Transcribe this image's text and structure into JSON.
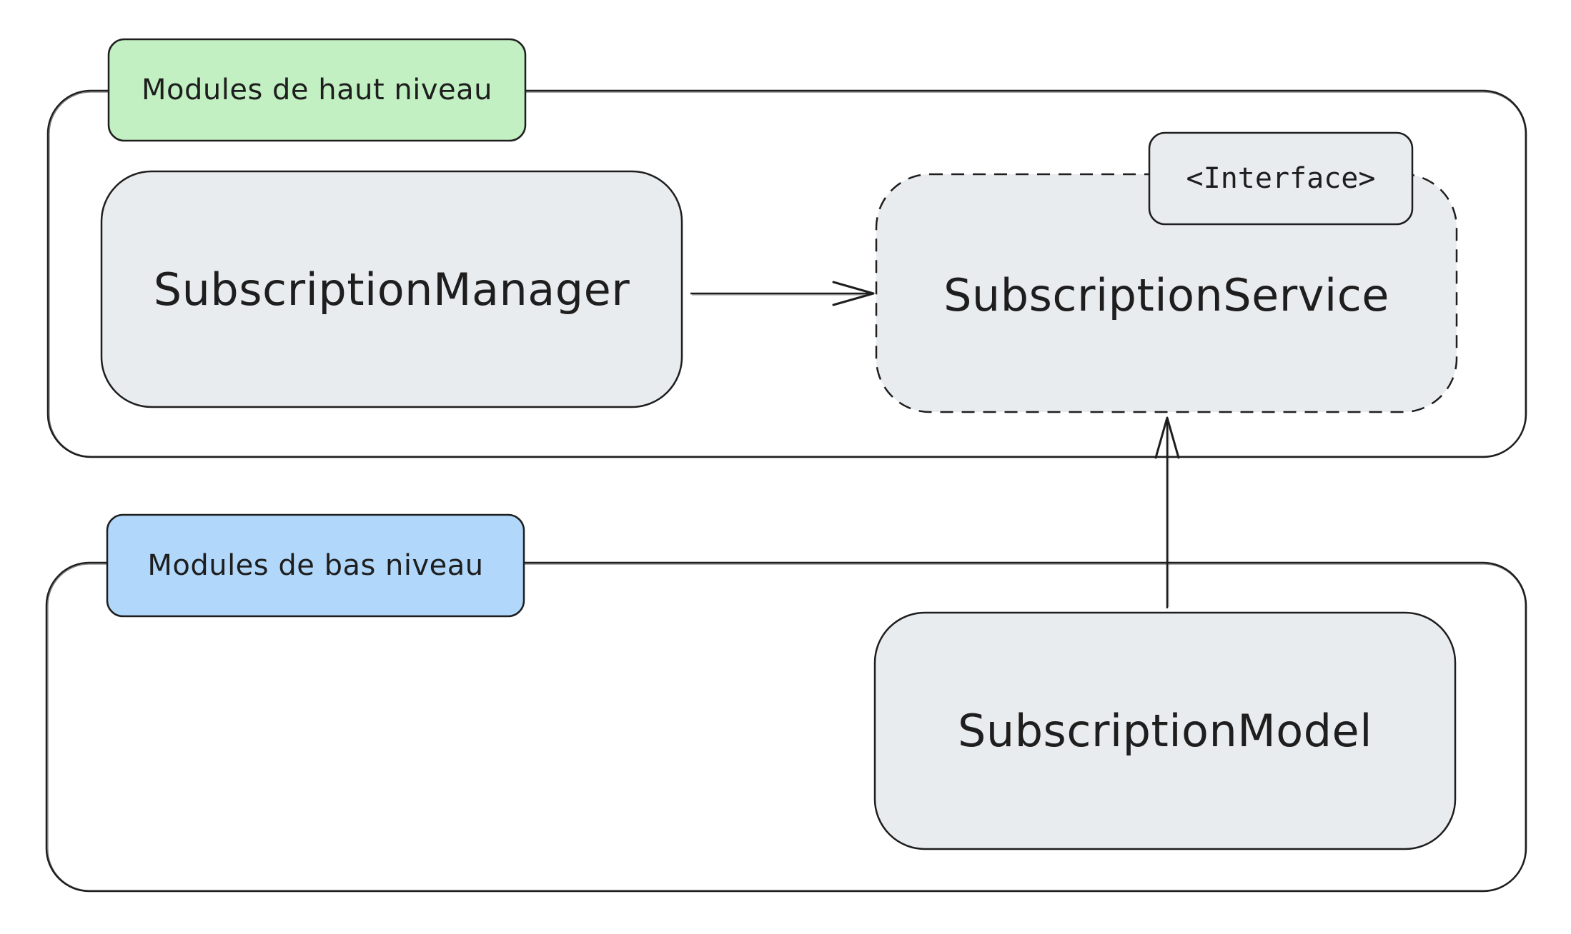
{
  "groups": {
    "high_level": {
      "label": "Modules de haut niveau",
      "tag_color": "#c2f0c2"
    },
    "low_level": {
      "label": "Modules de bas niveau",
      "tag_color": "#b1d7fa"
    }
  },
  "nodes": {
    "subscription_manager": {
      "label": "SubscriptionManager"
    },
    "subscription_service": {
      "label": "SubscriptionService",
      "stereotype": "<Interface>",
      "border_style": "dashed"
    },
    "subscription_model": {
      "label": "SubscriptionModel"
    }
  },
  "edges": [
    {
      "from": "SubscriptionManager",
      "to": "SubscriptionService"
    },
    {
      "from": "SubscriptionModel",
      "to": "SubscriptionService"
    }
  ],
  "colors": {
    "node_fill": "#e9ecef",
    "stroke": "#1e1e1e",
    "background": "#ffffff"
  }
}
